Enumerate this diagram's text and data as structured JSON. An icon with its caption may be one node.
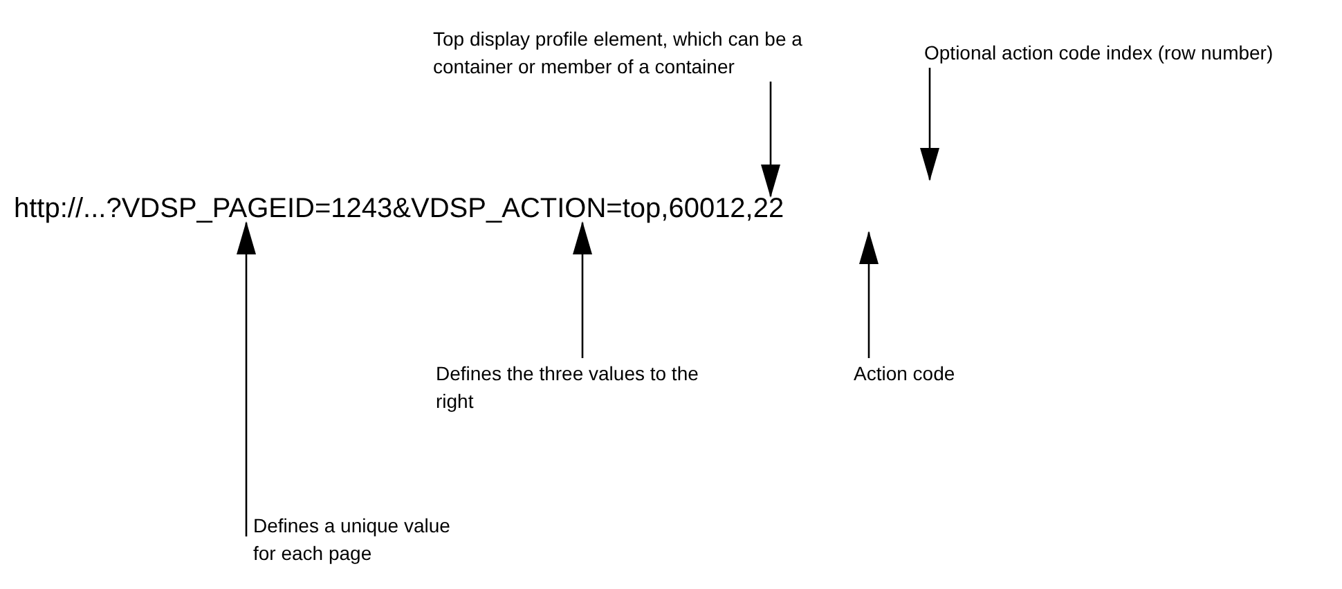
{
  "diagram": {
    "nodes": [
      {
        "text": [
          "http://...?VDSP_PAGEID=1243&VDSP_ACTION=top,60012,22"
        ]
      },
      {
        "text": [
          "Top display profile element, which can be a container or member of a container"
        ]
      },
      {
        "text": [
          "Optional action code index (row number)"
        ]
      },
      {
        "text": [
          "Defines the three values to the right"
        ]
      },
      {
        "text": [
          "Action code"
        ]
      },
      {
        "text": [
          "Defines a unique value for each page"
        ]
      }
    ],
    "edges": [
      {
        "from": 1,
        "to": 0,
        "arrow": "to"
      },
      {
        "from": 2,
        "to": null,
        "arrow": "to"
      },
      {
        "from": 3,
        "to": 0,
        "arrow": "to"
      },
      {
        "from": 4,
        "to": null,
        "arrow": "to"
      },
      {
        "from": 5,
        "to": 0,
        "arrow": "to"
      }
    ]
  }
}
